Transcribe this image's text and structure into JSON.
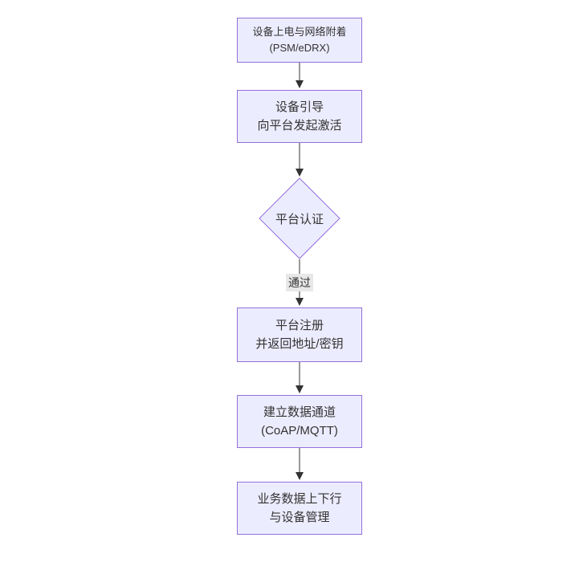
{
  "diagram": {
    "type": "flowchart-top-down",
    "colors": {
      "background": "#ffffff",
      "node_fill": "#ECECFF",
      "node_border": "#9370DB",
      "edge_color": "#333333",
      "text_color": "#333333",
      "edge_label_bg": "#e8e8e8"
    },
    "nodes": [
      {
        "id": "power-attach",
        "shape": "rect",
        "lines": [
          "设备上电与网络附着",
          "(PSM/eDRX)"
        ]
      },
      {
        "id": "bootstrap",
        "shape": "rect",
        "lines": [
          "设备引导",
          "向平台发起激活"
        ]
      },
      {
        "id": "platform-auth",
        "shape": "diamond",
        "lines": [
          "平台认证"
        ]
      },
      {
        "id": "platform-register",
        "shape": "rect",
        "lines": [
          "平台注册",
          "并返回地址/密钥"
        ]
      },
      {
        "id": "data-channel",
        "shape": "rect",
        "lines": [
          "建立数据通道",
          "(CoAP/MQTT)"
        ]
      },
      {
        "id": "business-data",
        "shape": "rect",
        "lines": [
          "业务数据上下行",
          "与设备管理"
        ]
      }
    ],
    "edges": [
      {
        "from": "power-attach",
        "to": "bootstrap",
        "label": ""
      },
      {
        "from": "bootstrap",
        "to": "platform-auth",
        "label": ""
      },
      {
        "from": "platform-auth",
        "to": "platform-register",
        "label": "通过"
      },
      {
        "from": "platform-register",
        "to": "data-channel",
        "label": ""
      },
      {
        "from": "data-channel",
        "to": "business-data",
        "label": ""
      }
    ]
  }
}
